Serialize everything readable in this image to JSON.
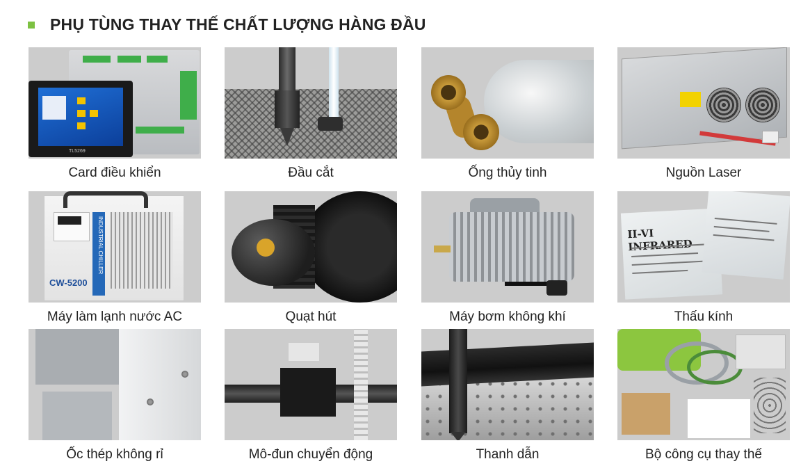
{
  "header": {
    "title": "PHỤ TÙNG THAY THẾ CHẤT LƯỢNG HÀNG ĐẦU",
    "bullet_color": "#7dc142"
  },
  "items": [
    {
      "caption": "Card điều khiển",
      "screen_label": "TL5269"
    },
    {
      "caption": "Đầu cắt"
    },
    {
      "caption": "Ống thủy tinh"
    },
    {
      "caption": "Nguồn Laser"
    },
    {
      "caption": "Máy làm lạnh nước AC",
      "model_label": "CW-5200",
      "side_label": "INDUSTRIAL CHILLER"
    },
    {
      "caption": "Quạt hút"
    },
    {
      "caption": "Máy bơm không khí"
    },
    {
      "caption": "Thấu kính",
      "brand_label": "II-VI INFRARED"
    },
    {
      "caption": "Ốc thép không rỉ"
    },
    {
      "caption": "Mô-đun chuyển động"
    },
    {
      "caption": "Thanh dẫn"
    },
    {
      "caption": "Bộ công cụ thay thế"
    }
  ]
}
